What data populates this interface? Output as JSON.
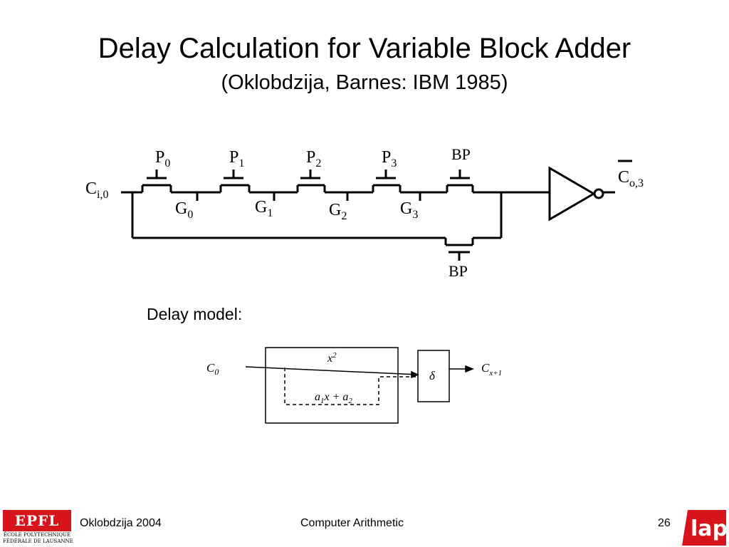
{
  "slide": {
    "title": "Delay Calculation for Variable Block Adder",
    "subtitle": "(Oklobdzija, Barnes: IBM 1985)",
    "delay_model_label": "Delay model:"
  },
  "circuit": {
    "input_main": "C",
    "input_sub": "i,0",
    "output_main": "C",
    "output_sub": "o,3",
    "p_labels": [
      {
        "main": "P",
        "sub": "0"
      },
      {
        "main": "P",
        "sub": "1"
      },
      {
        "main": "P",
        "sub": "2"
      },
      {
        "main": "P",
        "sub": "3"
      }
    ],
    "g_labels": [
      {
        "main": "G",
        "sub": "0"
      },
      {
        "main": "G",
        "sub": "1"
      },
      {
        "main": "G",
        "sub": "2"
      },
      {
        "main": "G",
        "sub": "3"
      }
    ],
    "bp_top": "BP",
    "bp_bottom": "BP"
  },
  "delay_diagram": {
    "input_main": "C",
    "input_sub": "0",
    "top_expr_base": "x",
    "top_expr_exp": "2",
    "bottom_expr_a": "a",
    "bottom_expr_a_sub": "1",
    "bottom_expr_mid": "x + a",
    "bottom_expr_b_sub": "2",
    "delta": "δ",
    "output_main": "C",
    "output_sub": "x+1"
  },
  "footer": {
    "left": "Oklobdzija 2004",
    "center": "Computer Arithmetic",
    "page": "26",
    "epfl_logo_text": "EPFL",
    "epfl_line1": "ÉCOLE POLYTECHNIQUE",
    "epfl_line2": "FÉDÉRALE DE LAUSANNE",
    "lap_logo_text": "lap"
  },
  "colors": {
    "epfl_red": "#d7141c",
    "lap_red": "#d7141c",
    "footer_rule": "#d7141c"
  }
}
